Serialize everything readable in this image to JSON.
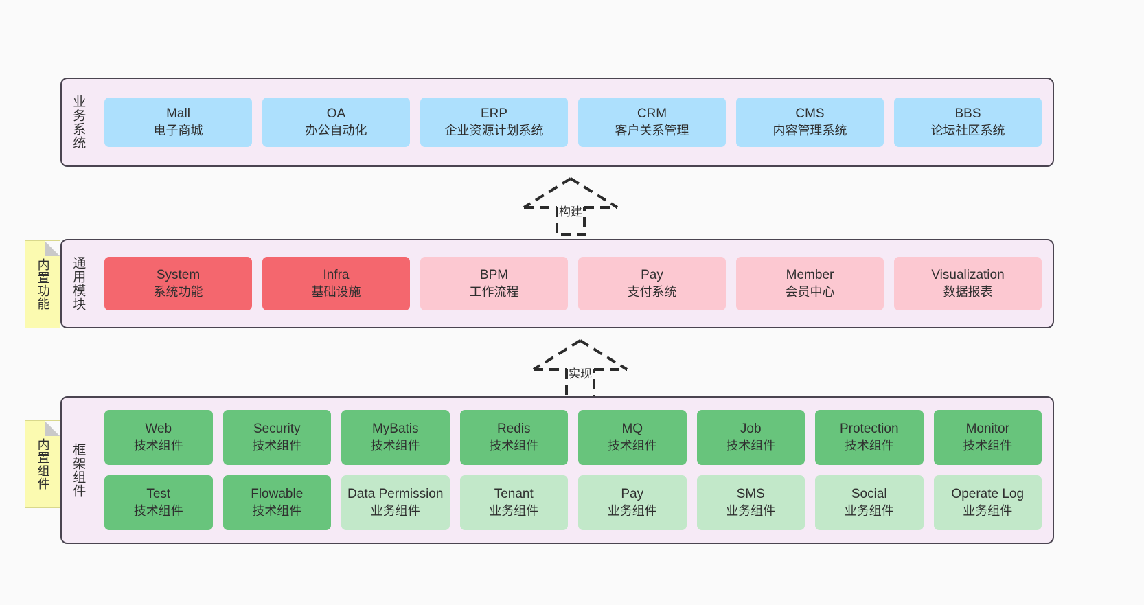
{
  "diagram": {
    "title_hidden": "",
    "colors": {
      "panel_bg": "#f6eaf6",
      "panel_border": "#4a4450",
      "business_cell": "#ade0fd",
      "core_module_cell": "#f4676e",
      "module_cell": "#fcc8d1",
      "tech_component_cell": "#68c47c",
      "biz_component_cell": "#c2e8c9",
      "note_bg": "#fbfab0",
      "page_bg": "#fafafa"
    }
  },
  "layers": [
    {
      "id": "business-system",
      "title": "业务系统",
      "rows": [
        {
          "cells": [
            {
              "name": "Mall",
              "sub": "电子商城",
              "style": "c-blue"
            },
            {
              "name": "OA",
              "sub": "办公自动化",
              "style": "c-blue"
            },
            {
              "name": "ERP",
              "sub": "企业资源计划系统",
              "style": "c-blue"
            },
            {
              "name": "CRM",
              "sub": "客户关系管理",
              "style": "c-blue"
            },
            {
              "name": "CMS",
              "sub": "内容管理系统",
              "style": "c-blue"
            },
            {
              "name": "BBS",
              "sub": "论坛社区系统",
              "style": "c-blue"
            }
          ]
        }
      ]
    },
    {
      "id": "common-module",
      "title": "通用模块",
      "rows": [
        {
          "cells": [
            {
              "name": "System",
              "sub": "系统功能",
              "style": "c-red"
            },
            {
              "name": "Infra",
              "sub": "基础设施",
              "style": "c-red"
            },
            {
              "name": "BPM",
              "sub": "工作流程",
              "style": "c-pink"
            },
            {
              "name": "Pay",
              "sub": "支付系统",
              "style": "c-pink"
            },
            {
              "name": "Member",
              "sub": "会员中心",
              "style": "c-pink"
            },
            {
              "name": "Visualization",
              "sub": "数据报表",
              "style": "c-pink"
            }
          ]
        }
      ]
    },
    {
      "id": "framework-component",
      "title": "框架组件",
      "rows": [
        {
          "cells": [
            {
              "name": "Web",
              "sub": "技术组件",
              "style": "c-green"
            },
            {
              "name": "Security",
              "sub": "技术组件",
              "style": "c-green"
            },
            {
              "name": "MyBatis",
              "sub": "技术组件",
              "style": "c-green"
            },
            {
              "name": "Redis",
              "sub": "技术组件",
              "style": "c-green"
            },
            {
              "name": "MQ",
              "sub": "技术组件",
              "style": "c-green"
            },
            {
              "name": "Job",
              "sub": "技术组件",
              "style": "c-green"
            },
            {
              "name": "Protection",
              "sub": "技术组件",
              "style": "c-green"
            },
            {
              "name": "Monitor",
              "sub": "技术组件",
              "style": "c-green"
            }
          ]
        },
        {
          "cells": [
            {
              "name": "Test",
              "sub": "技术组件",
              "style": "c-green"
            },
            {
              "name": "Flowable",
              "sub": "技术组件",
              "style": "c-green"
            },
            {
              "name": "Data Permission",
              "sub": "业务组件",
              "style": "c-lightgreen"
            },
            {
              "name": "Tenant",
              "sub": "业务组件",
              "style": "c-lightgreen"
            },
            {
              "name": "Pay",
              "sub": "业务组件",
              "style": "c-lightgreen"
            },
            {
              "name": "SMS",
              "sub": "业务组件",
              "style": "c-lightgreen"
            },
            {
              "name": "Social",
              "sub": "业务组件",
              "style": "c-lightgreen"
            },
            {
              "name": "Operate Log",
              "sub": "业务组件",
              "style": "c-lightgreen"
            }
          ]
        }
      ]
    }
  ],
  "arrows": [
    {
      "id": "build",
      "label": "构建"
    },
    {
      "id": "implement",
      "label": "实现"
    }
  ],
  "notes": [
    {
      "id": "built-in-functions",
      "text": "内置功能"
    },
    {
      "id": "built-in-components",
      "text": "内置组件"
    }
  ]
}
